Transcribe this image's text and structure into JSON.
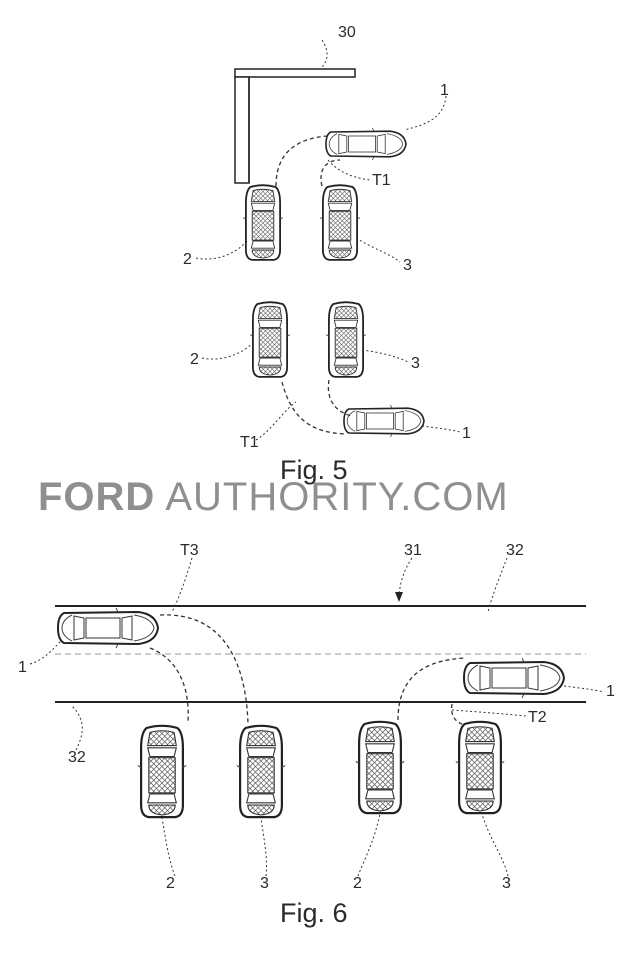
{
  "fig5": {
    "caption": "Fig. 5",
    "labels": {
      "ref_30": "30",
      "ref_1_top": "1",
      "ref_T1_top": "T1",
      "ref_2_top": "2",
      "ref_3_top": "3",
      "ref_2_bottom": "2",
      "ref_3_bottom": "3",
      "ref_T1_bottom": "T1",
      "ref_1_bottom": "1"
    }
  },
  "watermark": {
    "brand": "FORD",
    "rest": "AUTHORITY.COM"
  },
  "fig6": {
    "caption": "Fig. 6",
    "labels": {
      "ref_T3": "T3",
      "ref_31": "31",
      "ref_32_top": "32",
      "ref_1_left": "1",
      "ref_1_right": "1",
      "ref_T2": "T2",
      "ref_32_left": "32",
      "bottom": [
        "2",
        "3",
        "2",
        "3"
      ]
    }
  },
  "colors": {
    "line": "#222222",
    "watermark": "#8f8f8f"
  }
}
